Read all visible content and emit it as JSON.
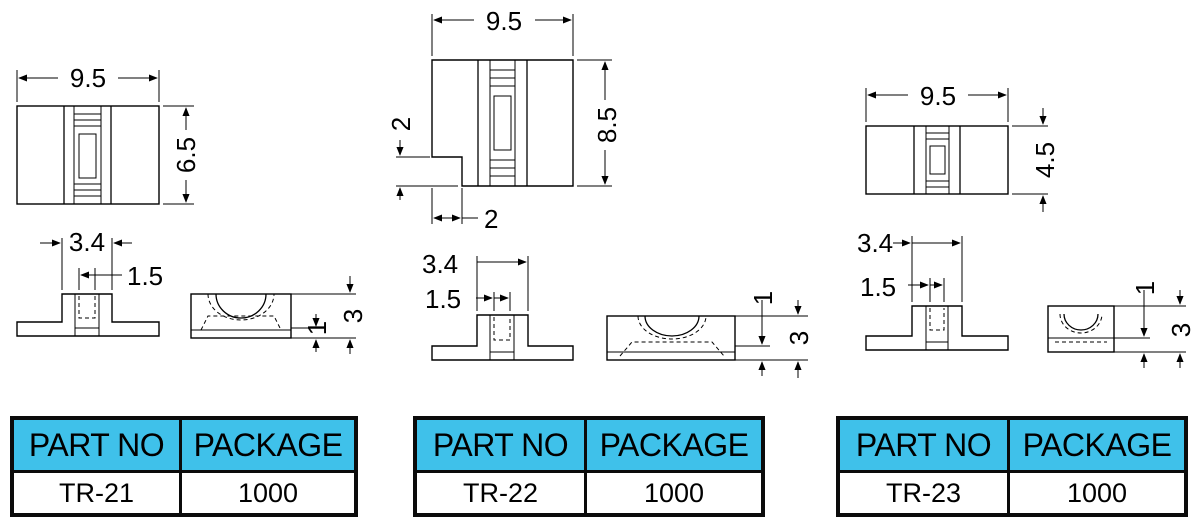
{
  "views": [
    {
      "id": "TR-21",
      "top_width": "9.5",
      "height": "6.5",
      "side_width": "3.4",
      "slot_width": "1.5",
      "end_small": "1",
      "end_total": "3"
    },
    {
      "id": "TR-22",
      "top_width": "9.5",
      "height": "8.5",
      "step_height": "2",
      "step_width": "2",
      "side_width": "3.4",
      "slot_width": "1.5",
      "end_small": "1",
      "end_total": "3"
    },
    {
      "id": "TR-23",
      "top_width": "9.5",
      "height": "4.5",
      "side_width": "3.4",
      "slot_width": "1.5",
      "end_small": "1",
      "end_total": "3"
    }
  ],
  "table_header": {
    "part_no": "PART NO",
    "package": "PACKAGE"
  },
  "tables": [
    {
      "part_no": "TR-21",
      "package": "1000"
    },
    {
      "part_no": "TR-22",
      "package": "1000"
    },
    {
      "part_no": "TR-23",
      "package": "1000"
    }
  ],
  "colors": {
    "header_bg": "#3fc1ea",
    "line": "#000000"
  }
}
